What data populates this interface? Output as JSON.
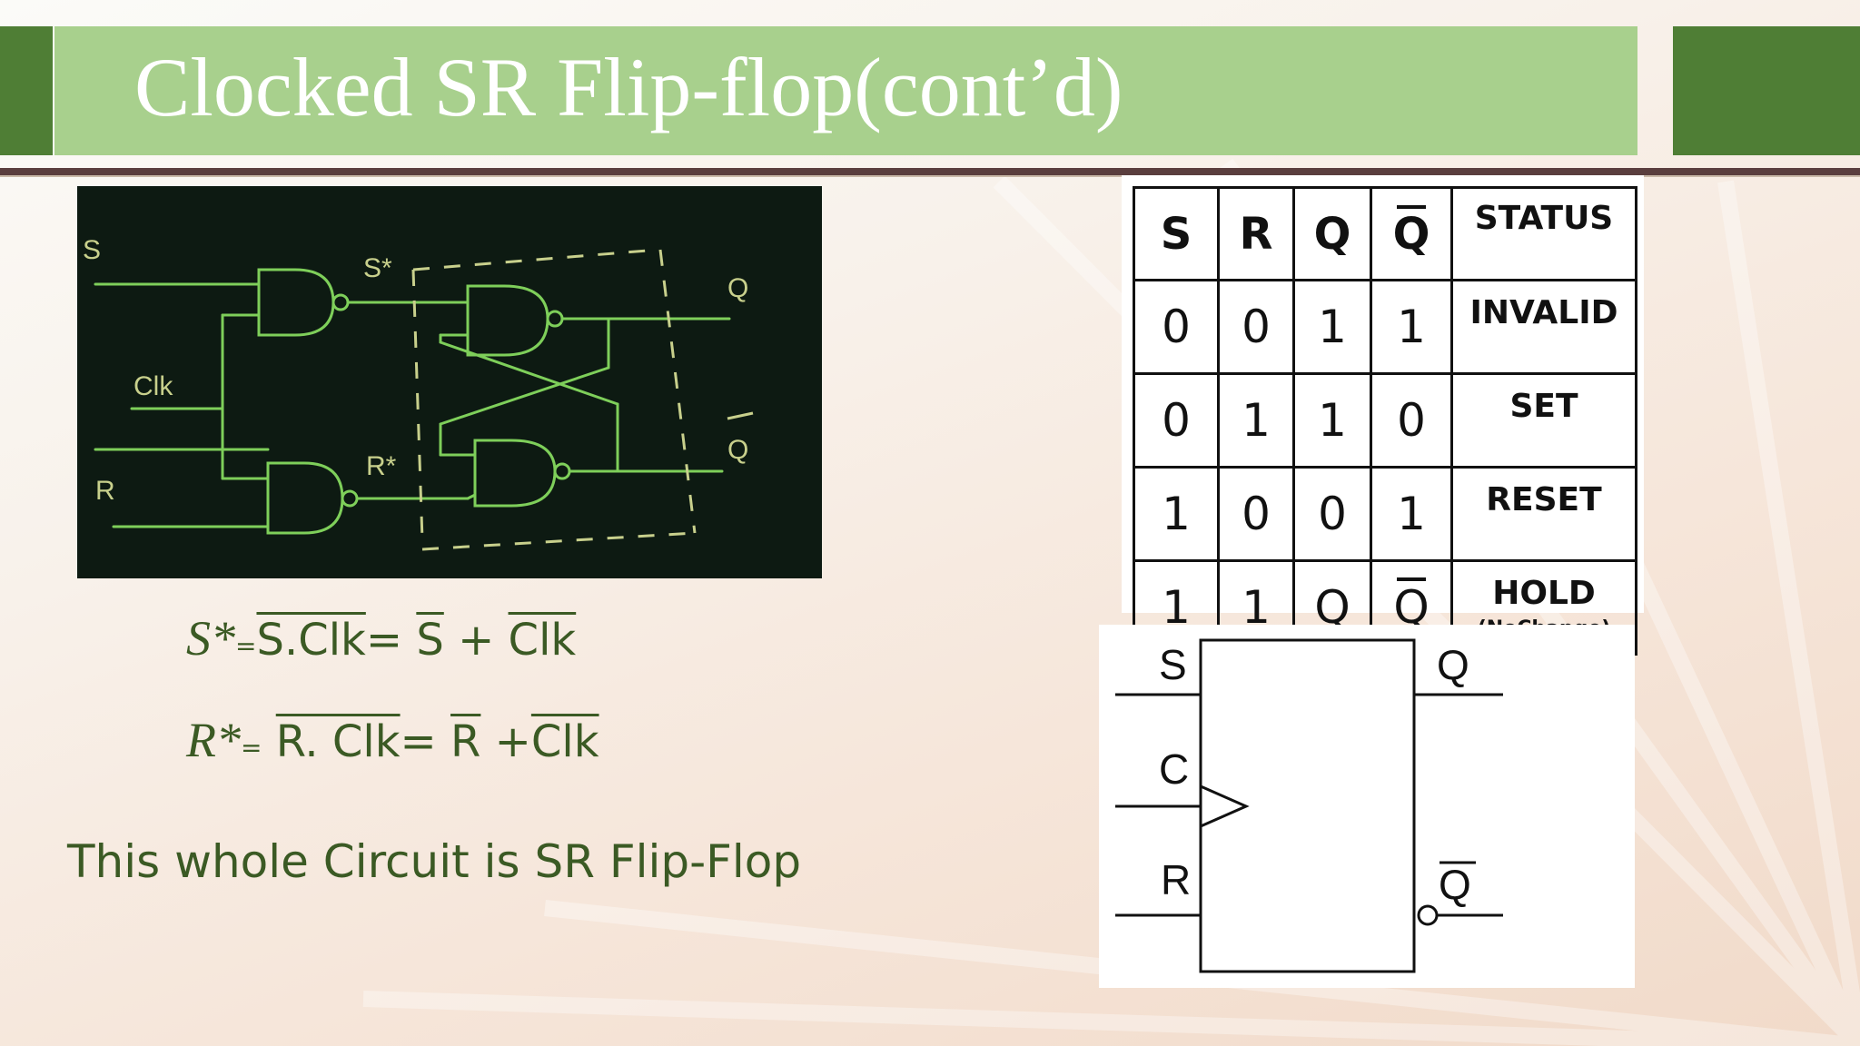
{
  "slide": {
    "title": "Clocked SR Flip-flop(cont’d)",
    "colors": {
      "title_bar": "#a8d08d",
      "accent_bar": "#4f7e35",
      "text_green": "#3b5a24"
    }
  },
  "circuit_labels": {
    "s": "S",
    "s_star": "S*",
    "clk": "Clk",
    "r": "R",
    "r_star": "R*",
    "q": "Q",
    "q_bar": "Q"
  },
  "equations": {
    "s_var": "S*",
    "s_eq_sign": "=",
    "s_lhs": "S.Clk",
    "s_eq2": "=",
    "s_term1": "S",
    "s_plus": "+",
    "s_term2": "Clk",
    "r_var": "R*",
    "r_eq_sign": "=",
    "r_lhs": "R. Clk",
    "r_eq2": "=",
    "r_term1": "R",
    "r_plus": "+",
    "r_term2": "Clk"
  },
  "caption": "This whole Circuit is SR Flip-Flop",
  "truth_table": {
    "headers": [
      "S",
      "R",
      "Q",
      "Q",
      "STATUS"
    ],
    "rows": [
      {
        "s": "0",
        "r": "0",
        "q": "1",
        "qbar": "1",
        "status": "INVALID",
        "note": ""
      },
      {
        "s": "0",
        "r": "1",
        "q": "1",
        "qbar": "0",
        "status": "SET",
        "note": ""
      },
      {
        "s": "1",
        "r": "0",
        "q": "0",
        "qbar": "1",
        "status": "RESET",
        "note": ""
      },
      {
        "s": "1",
        "r": "1",
        "q": "Q",
        "qbar": "Q",
        "status": "HOLD",
        "note": "(NoChange)"
      }
    ]
  },
  "symbol": {
    "s": "S",
    "c": "C",
    "r": "R",
    "q": "Q",
    "q_bar": "Q"
  }
}
